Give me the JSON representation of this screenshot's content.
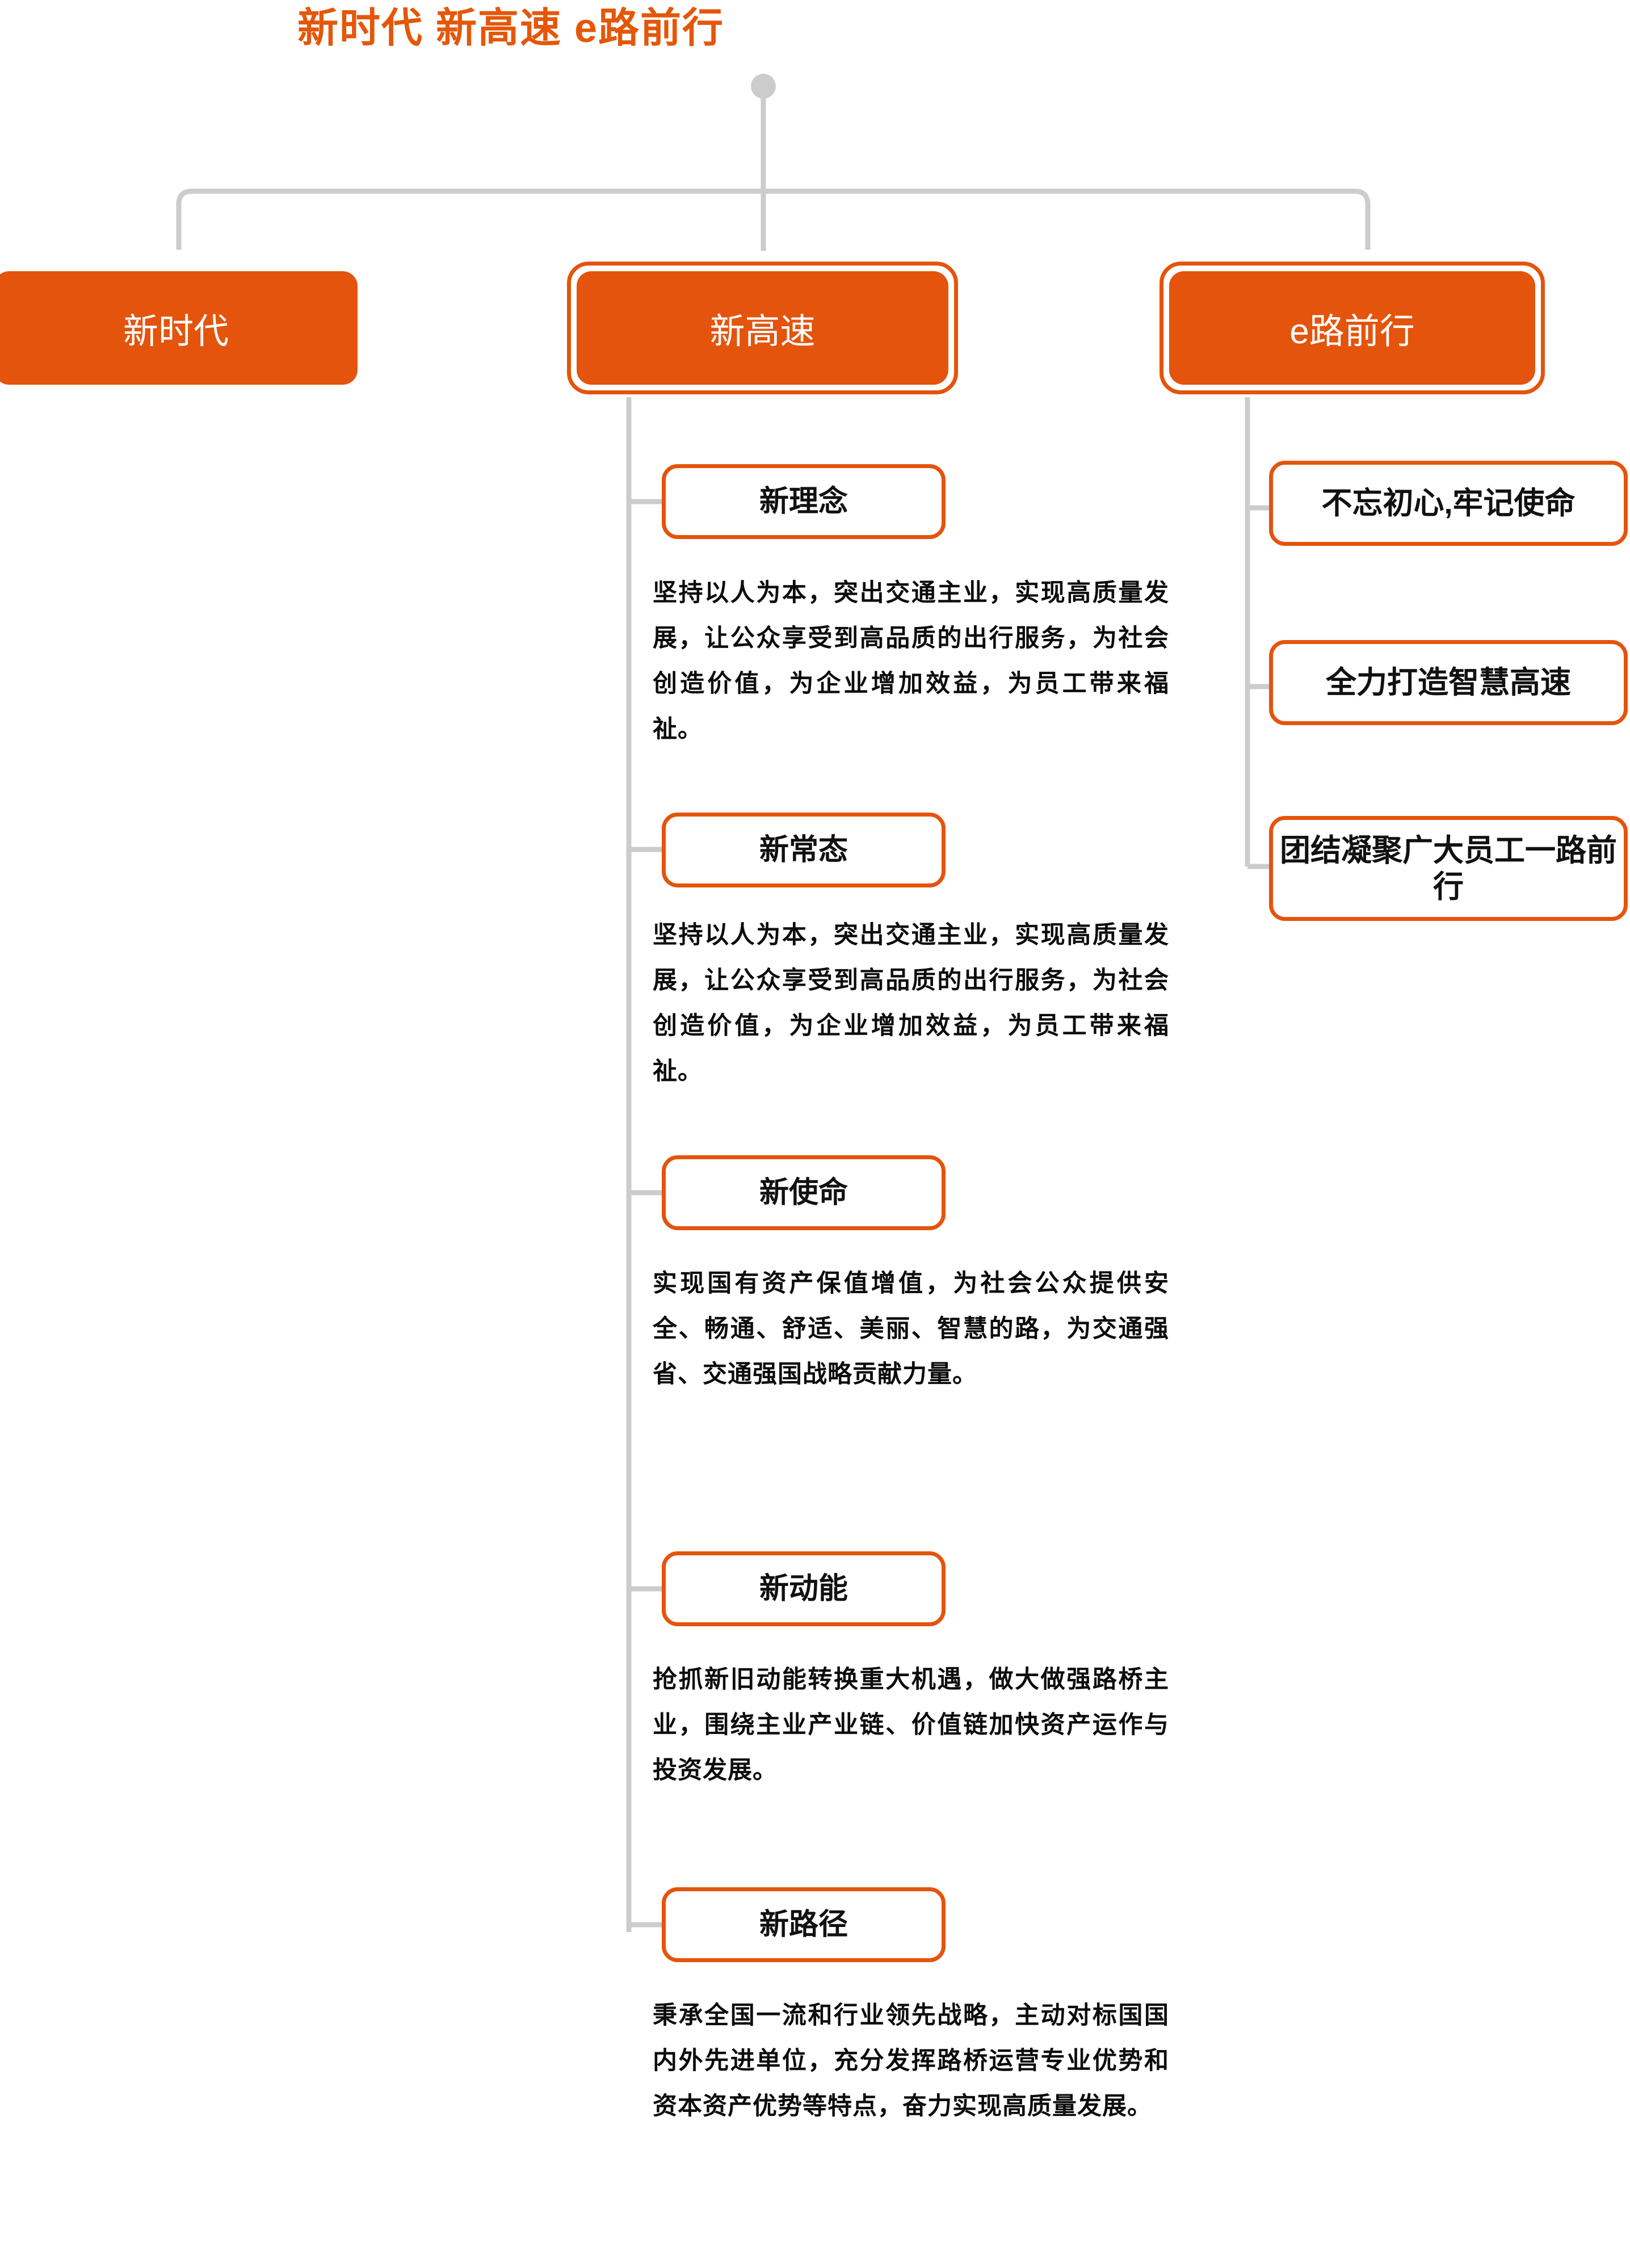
{
  "title": "新时代 新高速 e路前行",
  "colors": {
    "accent": "#E4540C",
    "title": "#E45709",
    "connector": "#CCCCCC",
    "node_text_light": "#FFFFFF",
    "node_text_dark": "#111111"
  },
  "root": {
    "bullet": "root-bullet"
  },
  "branches": [
    {
      "label": "新时代",
      "selected": false
    },
    {
      "label": "新高速",
      "selected": true
    },
    {
      "label": "e路前行",
      "selected": true
    }
  ],
  "new_speed_children": [
    {
      "label": "新理念",
      "body": "坚持以人为本，突出交通主业，实现高质量发展，让公众享受到高品质的出行服务，为社会创造价值，为企业增加效益，为员工带来福祉。"
    },
    {
      "label": "新常态",
      "body": "坚持以人为本，突出交通主业，实现高质量发展，让公众享受到高品质的出行服务，为社会创造价值，为企业增加效益，为员工带来福祉。"
    },
    {
      "label": "新使命",
      "body": "实现国有资产保值增值，为社会公众提供安全、畅通、舒适、美丽、智慧的路，为交通强省、交通强国战略贡献力量。"
    },
    {
      "label": "新动能",
      "body": "抢抓新旧动能转换重大机遇，做大做强路桥主业，围绕主业产业链、价值链加快资产运作与投资发展。"
    },
    {
      "label": "新路径",
      "body": "秉承全国一流和行业领先战略，主动对标国国内外先进单位，充分发挥路桥运营专业优势和资本资产优势等特点，奋力实现高质量发展。"
    }
  ],
  "eroad_children": [
    {
      "label": "不忘初心,牢记使命"
    },
    {
      "label": "全力打造智慧高速"
    },
    {
      "label": "团结凝聚广大员工一路前行"
    }
  ]
}
